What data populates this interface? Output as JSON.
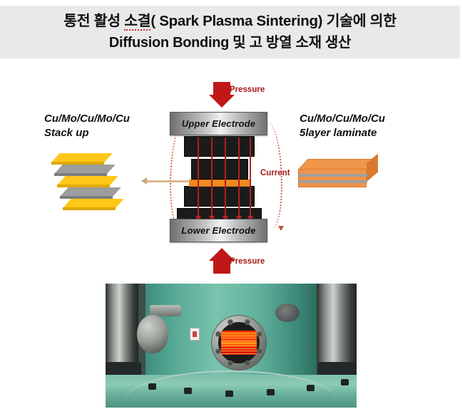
{
  "title": {
    "line1_a": "통전 활성 ",
    "line1_b": "소결",
    "line1_c": "( Spark Plasma Sintering) 기술에 의한",
    "line2": "Diffusion Bonding 및 고 방열 소재 생산"
  },
  "diagram": {
    "pressure_top_label": "Pressure",
    "pressure_bottom_label": "Pressure",
    "current_label": "Current",
    "upper_electrode_label": "Upper Electrode",
    "lower_electrode_label": "Lower Electrode",
    "left_caption_line1": "Cu/Mo/Cu/Mo/Cu",
    "left_caption_line2": "Stack up",
    "right_caption_line1": "Cu/Mo/Cu/Mo/Cu",
    "right_caption_line2": "5layer laminate",
    "stack_layers": [
      "Cu",
      "Mo",
      "Cu",
      "Mo",
      "Cu"
    ]
  },
  "colors": {
    "header_background": "#e9e9e9",
    "pressure_arrow": "#c01818",
    "label_red": "#a81818",
    "current_line": "#b02020",
    "copper_yellow": "#ffc717",
    "molybdenum_gray": "#9d9d9d",
    "laminate_orange": "#f0934a",
    "sample_orange": "#f08a1f",
    "electrode_metal": "#c9c9c9",
    "graphite_block": "#1b1b1b",
    "chamber_teal": "#59ab97",
    "glow_red": "#ff2a00"
  },
  "photo": {
    "caption": "",
    "alt_description": "Spark plasma sintering chamber with glowing red viewport"
  }
}
